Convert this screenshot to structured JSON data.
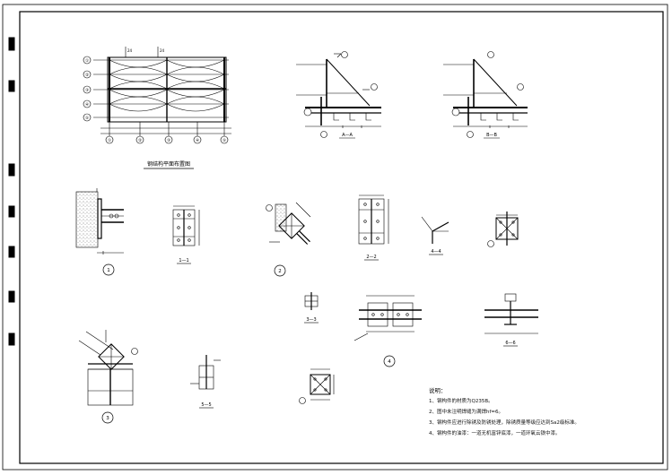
{
  "drawing": {
    "plan_title": "钢结构平面布置图",
    "sections": {
      "a": "A—A",
      "b": "B—B",
      "s11": "1—1",
      "s22": "2—2",
      "s33": "3—3",
      "s44": "4—4",
      "s55": "5—5",
      "s66": "6—6"
    },
    "details": {
      "d1": "1",
      "d2": "2",
      "d3": "3",
      "d4": "4"
    },
    "plan_axes": {
      "rows": [
        "①",
        "②",
        "③",
        "④",
        "⑤"
      ],
      "cols": [
        "①",
        "②",
        "③",
        "④",
        "⑤"
      ]
    }
  },
  "notes": {
    "title": "说明：",
    "items": [
      "1、钢构件的材质为Q235B。",
      "2、图中未注明焊缝为满焊hf=6。",
      "3、钢构件应进行除锈及防锈处理，除锈质量等级应达到Sa2级标准。",
      "4、钢构件的油漆：一道无机富锌底漆，一道环氧云铁中漆。"
    ]
  },
  "colors": {
    "line": "#000000",
    "background": "#ffffff",
    "hatch": "#444444"
  }
}
